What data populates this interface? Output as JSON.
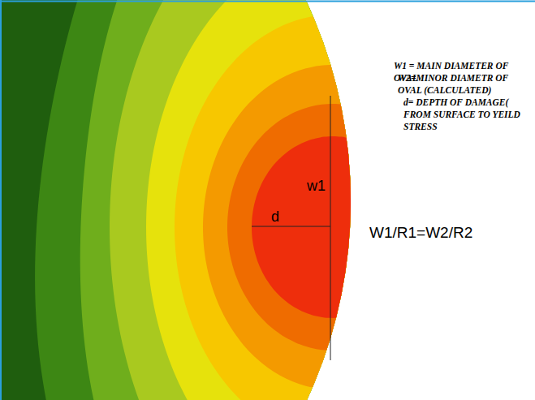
{
  "diagram": {
    "labels": [
      "W1 = MAIN DIAMETER OF OVAL",
      "W2=MINOR DIAMETR OF OVAL (CALCULATED)",
      "d= DEPTH OF DAMAGE( FROM SURFACE TO YEILD STRESS",
      "w1",
      "d",
      "W1/R1=W2/R2"
    ]
  }
}
